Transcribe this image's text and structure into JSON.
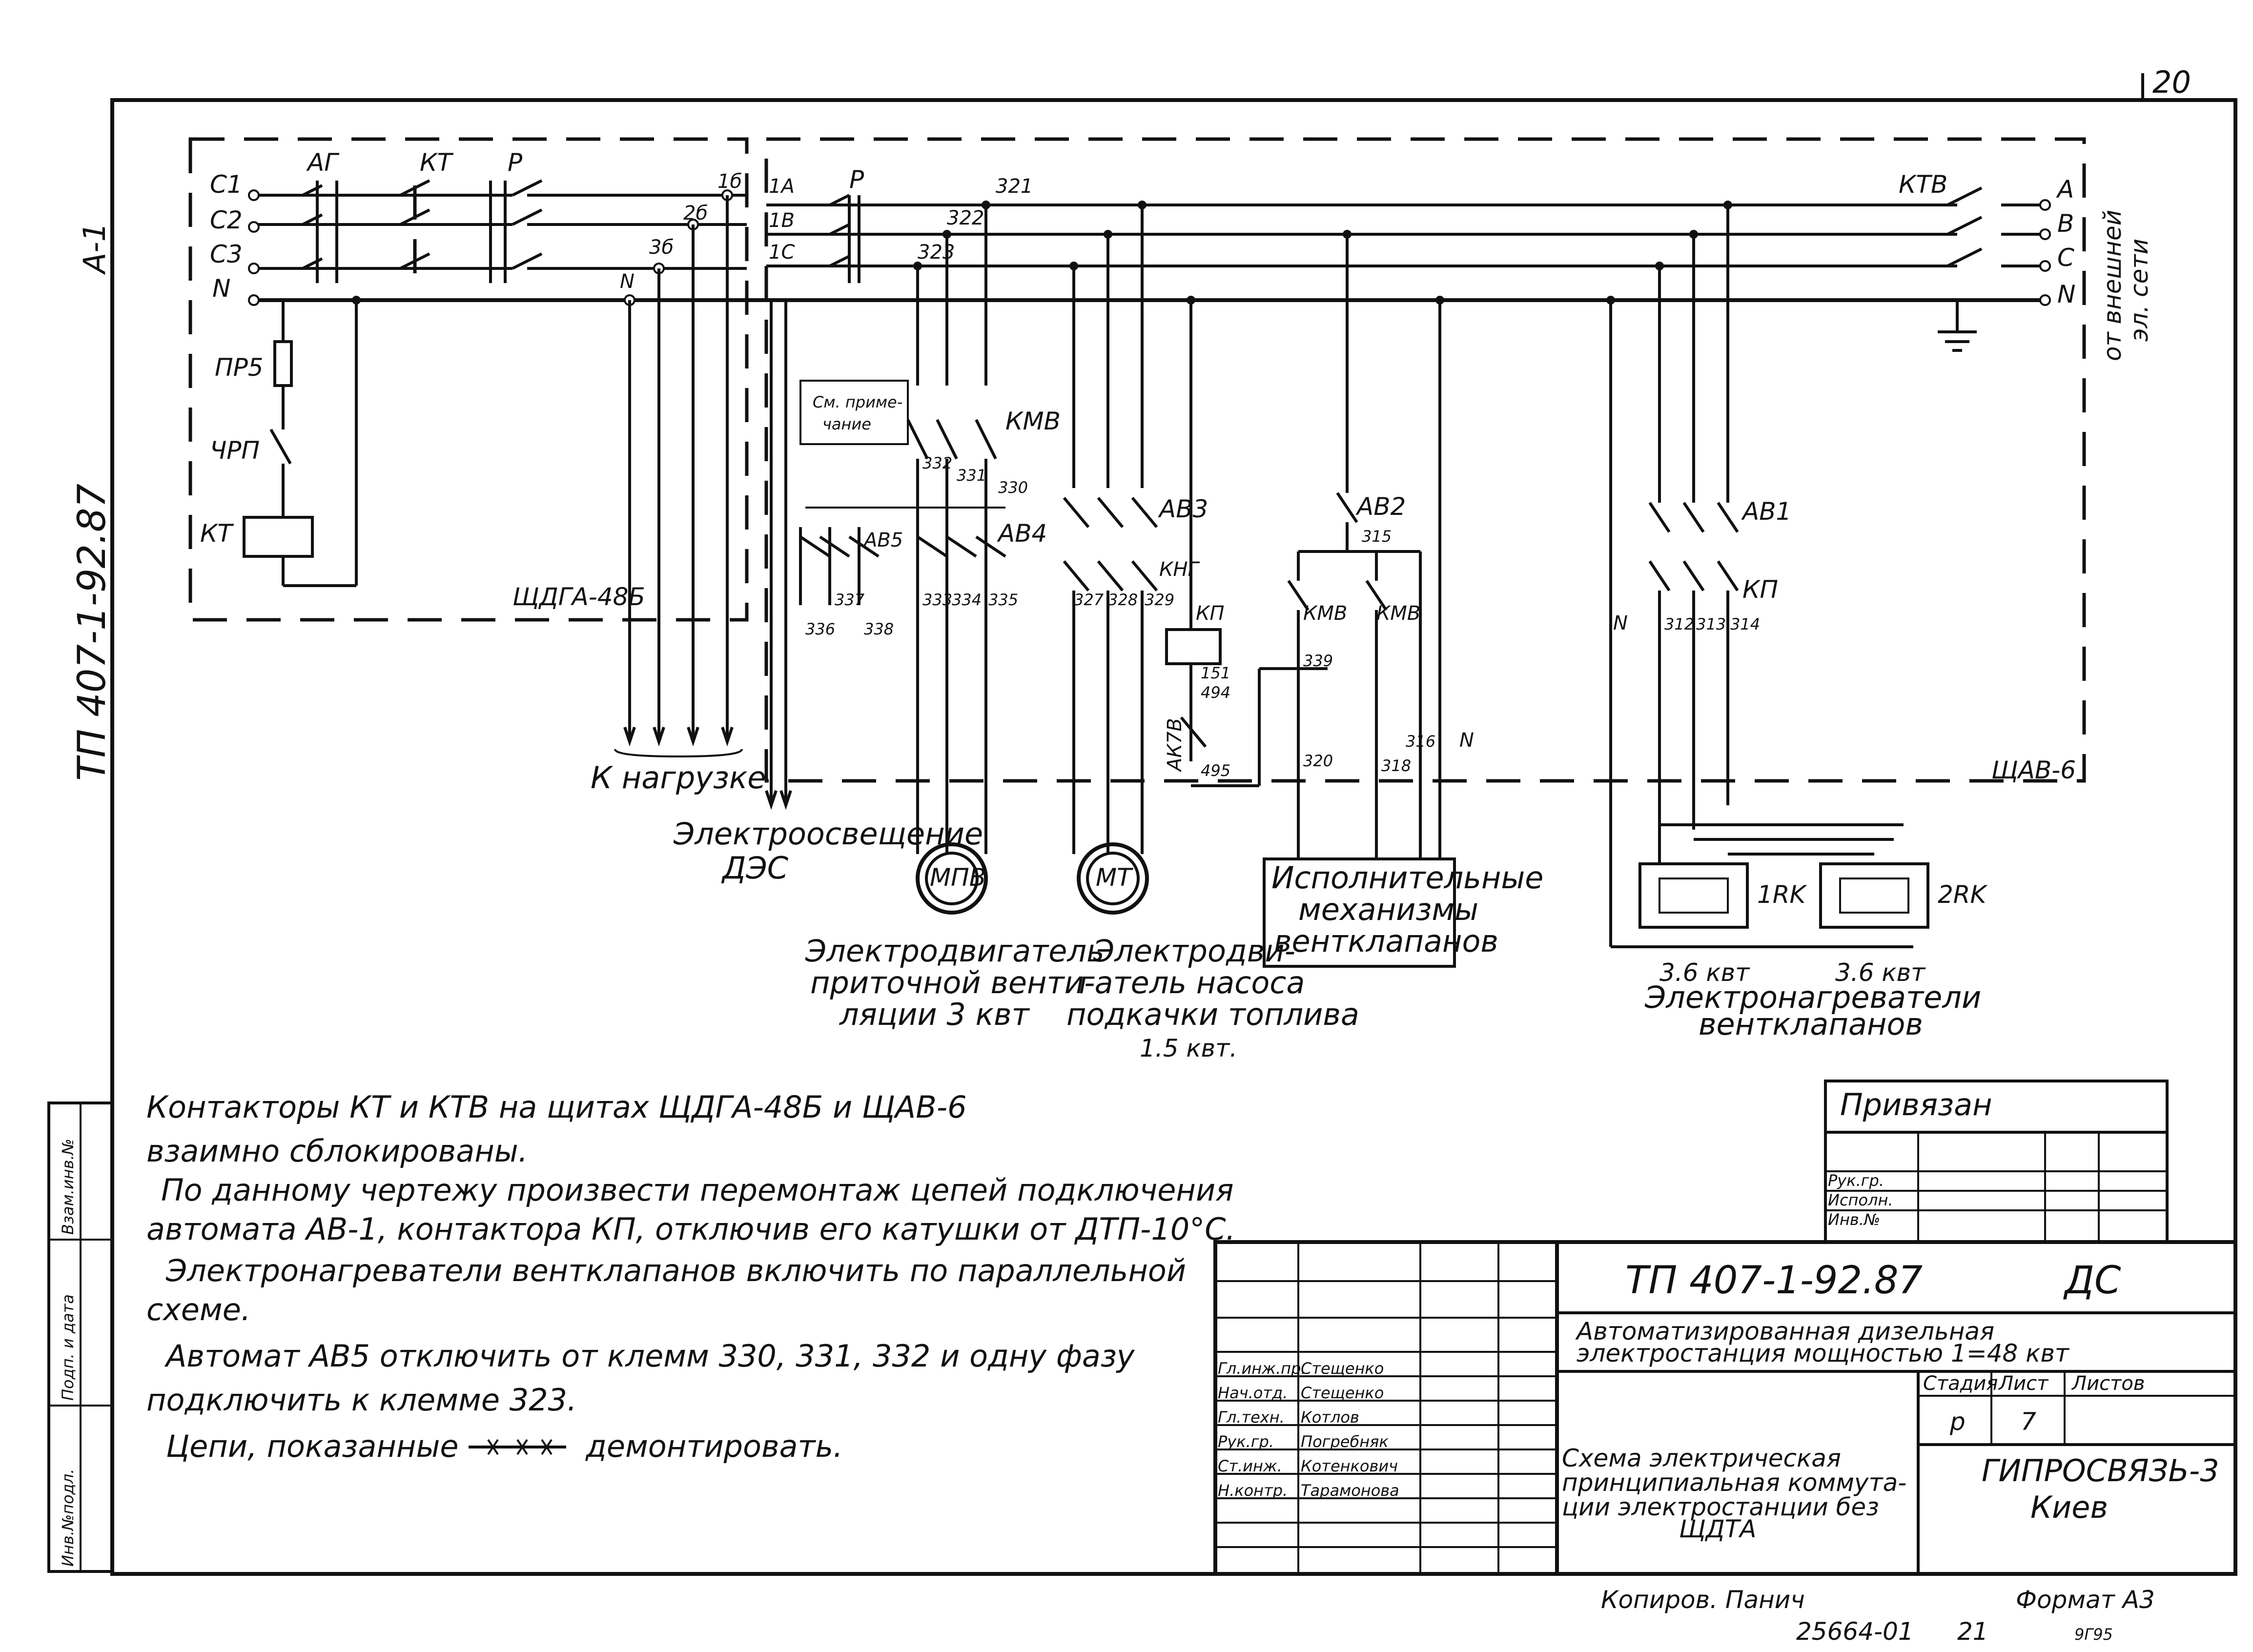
{
  "stamp": {
    "page_corner": "20",
    "format_a1": "А-1",
    "side_code": "ТП 407-1-92.87"
  },
  "side_strip": [
    "Инв.№подл.",
    "Подп. и дата",
    "Взам.инв.№"
  ],
  "panels": {
    "left_panel": "ЩДГА-48Б",
    "right_panel": "ЩАВ-6",
    "external_net": [
      "от внешней",
      "эл. сети"
    ]
  },
  "phases_left": [
    "С1",
    "С2",
    "С3",
    "N"
  ],
  "phases_right": [
    "А",
    "В",
    "С",
    "N"
  ],
  "devices": {
    "ag": "АГ",
    "kt_top": "КТ",
    "p_left": "Р",
    "p_right": "Р",
    "ktv": "КТВ",
    "pr": "ПР5",
    "rp": "ЧРП",
    "kt_coil": "КТ",
    "kmv": "КМВ",
    "av3": "АВ3",
    "av4": "АВ4",
    "av5": "АВ5",
    "av2": "АВ2",
    "av1": "АВ1",
    "kng": "КНГ",
    "kp": "КП",
    "kp2": "КП",
    "ak": "АК7В",
    "kmv2": "КМВ",
    "kmv3": "КМВ",
    "note": [
      "См. приме-",
      "чание"
    ]
  },
  "wire_numbers": {
    "w1b": "1б",
    "w2b": "2б",
    "w3b": "3б",
    "w1a": "1А",
    "w1b2": "1В",
    "w1c": "1С",
    "w321": "321",
    "w322": "322",
    "w323": "323",
    "wN": "N",
    "w332": "332",
    "w331": "331",
    "w330": "330",
    "w336": "336",
    "w337": "337",
    "w338": "338",
    "w333": "333",
    "w334": "334",
    "w335": "335",
    "w327": "327",
    "w328": "328",
    "w329": "329",
    "w315": "315",
    "w339": "339",
    "w320": "320",
    "w318": "318",
    "w316": "316",
    "wN2": "N",
    "w151": "151",
    "w494": "494",
    "w495": "495",
    "w312": "312",
    "w313": "313",
    "w314": "314",
    "wN3": "N"
  },
  "consumers": {
    "load": "К нагрузке",
    "lighting": [
      "Электроосвещение",
      "ДЭС"
    ],
    "motor_mpv": "МПВ",
    "motor_mt": "МТ",
    "mpv_desc": [
      "Электродвигатель",
      "приточной венти-",
      "ляции  3 квт"
    ],
    "mt_desc": [
      "Электродви-",
      "гатель насоса",
      "подкачки топлива",
      "1.5 квт."
    ],
    "actuators": [
      "Исполнительные",
      "механизмы",
      "вентклапанов"
    ],
    "heater1": "1RK",
    "heater2": "2RK",
    "heater_power1": "3.6 квт",
    "heater_power2": "3.6 квт",
    "heaters_desc": [
      "Электронагреватели",
      "вентклапанов"
    ]
  },
  "notes": [
    "Контакторы КТ и КТВ на щитах ЩДГА-48Б и ЩАВ-6",
    "взаимно сблокированы.",
    "По данному чертежу произвести перемонтаж цепей подключения",
    "автомата АВ-1, контактора КП, отключив его катушки от ДТП-10°С.",
    "Электронагреватели вентклапанов включить по параллельной",
    "схеме.",
    "Автомат АВ5 отключить от клемм 330, 331, 332 и одну фазу",
    "подключить к клемме 323.",
    "Цепи, показанные",
    "демонтировать."
  ],
  "binding_box": {
    "title": "Привязан",
    "rows": [
      "Рук.гр.",
      "Исполн.",
      "Инв.№"
    ]
  },
  "title_block": {
    "doc_code": "ТП 407-1-92.87",
    "doc_type": "ДС",
    "project": [
      "Автоматизированная  дизельная",
      "электростанция  мощностью  1=48 квт"
    ],
    "headers": [
      "Стадия",
      "Лист",
      "Листов"
    ],
    "stage": "р",
    "sheet": "7",
    "sheets": "",
    "drawing_title": [
      "Схема  электрическая",
      "принципиальная коммута-",
      "ции электростанции без",
      "ЩДТА"
    ],
    "org": [
      "ГИПРОСВЯЗЬ-3",
      "Киев"
    ],
    "roles": [
      "Гл.инж.пр.",
      "Нач.отд.",
      "Гл.техн.",
      "Рук.гр.",
      "Ст.инж.",
      "Н.контр."
    ],
    "names": [
      "Стещенко",
      "Стещенко",
      "Котлов",
      "Погребняк",
      "Котенкович",
      "Тарамонова"
    ],
    "copied": "Копиров. Панич",
    "format": "Формат А3",
    "inv": "25664-01",
    "inv_page": "21",
    "inv_code": "9Г95"
  },
  "legend_symbol_name": "cross-marked-line"
}
